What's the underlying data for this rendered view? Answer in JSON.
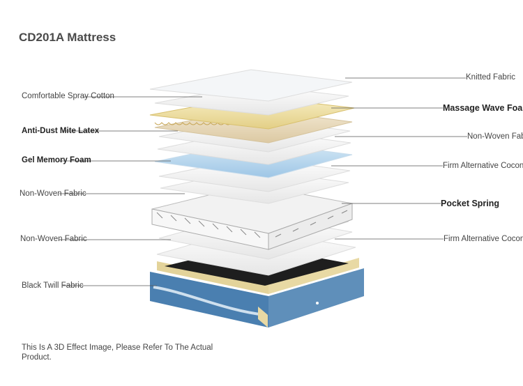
{
  "title": "CD201A Mattress",
  "labels_left": [
    "Comfortable Spray Cotton",
    "Anti-Dust Mite Latex",
    "Gel Memory Foam",
    "Non-Woven Fabric",
    "Non-Woven Fabric",
    "Black Twill Fabric"
  ],
  "labels_right": [
    "Knitted Fabric",
    "Massage Wave Foam",
    "Non-Woven Fabric",
    "Firm Alternative Coconut",
    "Pocket Spring",
    "Firm Alternative Coconut"
  ],
  "note": "This Is A 3D Effect Image, Please Refer To The Actual Product.",
  "colors": {
    "gel": "#bcd9ee",
    "foam": "#f2e6b4",
    "latex": "#e9dcc0",
    "base": "#4a7fb0",
    "black": "#1e1e1e"
  }
}
